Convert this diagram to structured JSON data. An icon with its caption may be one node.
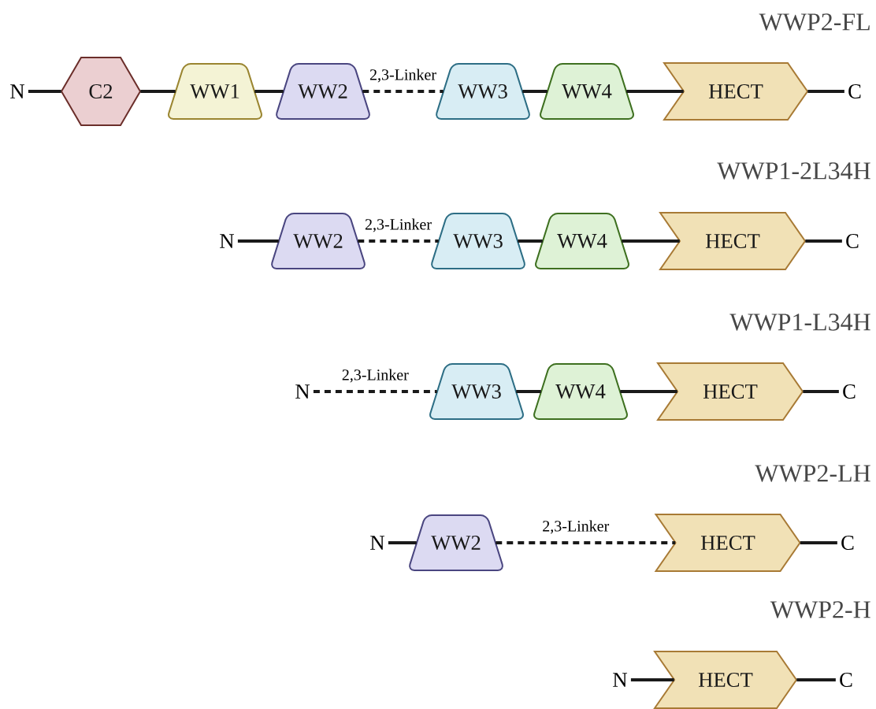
{
  "diagram": {
    "nodes": [
      {
        "text": [
          "N"
        ]
      },
      {
        "text": [
          "C2"
        ]
      },
      {
        "text": [
          "WW1"
        ]
      },
      {
        "text": [
          "WW2"
        ]
      },
      {
        "text": [
          "WW3"
        ]
      },
      {
        "text": [
          "WW4"
        ]
      },
      {
        "text": [
          "HECT"
        ]
      },
      {
        "text": [
          "C"
        ]
      },
      {
        "text": [
          "N"
        ]
      },
      {
        "text": [
          "WW2"
        ]
      },
      {
        "text": [
          "WW3"
        ]
      },
      {
        "text": [
          "WW4"
        ]
      },
      {
        "text": [
          "HECT"
        ]
      },
      {
        "text": [
          "C"
        ]
      },
      {
        "text": [
          "N"
        ]
      },
      {
        "text": [
          "WW3"
        ]
      },
      {
        "text": [
          "WW4"
        ]
      },
      {
        "text": [
          "HECT"
        ]
      },
      {
        "text": [
          "C"
        ]
      },
      {
        "text": [
          "N"
        ]
      },
      {
        "text": [
          "WW2"
        ]
      },
      {
        "text": [
          "HECT"
        ]
      },
      {
        "text": [
          "C"
        ]
      },
      {
        "text": [
          "N"
        ]
      },
      {
        "text": [
          "HECT"
        ]
      },
      {
        "text": [
          "C"
        ]
      }
    ],
    "edges": [
      {
        "from": 0,
        "to": 1,
        "arrow": "none"
      },
      {
        "from": 1,
        "to": 2,
        "arrow": "none"
      },
      {
        "from": 2,
        "to": 3,
        "arrow": "none"
      },
      {
        "from": 3,
        "to": 4,
        "arrow": "none",
        "label": "2,3-Linker",
        "style": "dashed"
      },
      {
        "from": 4,
        "to": 5,
        "arrow": "none"
      },
      {
        "from": 5,
        "to": 6,
        "arrow": "none"
      },
      {
        "from": 6,
        "to": 7,
        "arrow": "none"
      },
      {
        "from": 8,
        "to": 9,
        "arrow": "none"
      },
      {
        "from": 9,
        "to": 10,
        "arrow": "none",
        "label": "2,3-Linker",
        "style": "dashed"
      },
      {
        "from": 10,
        "to": 11,
        "arrow": "none"
      },
      {
        "from": 11,
        "to": 12,
        "arrow": "none"
      },
      {
        "from": 12,
        "to": 13,
        "arrow": "none"
      },
      {
        "from": 14,
        "to": 15,
        "arrow": "none",
        "label": "2,3-Linker",
        "style": "dashed"
      },
      {
        "from": 15,
        "to": 16,
        "arrow": "none"
      },
      {
        "from": 16,
        "to": 17,
        "arrow": "none"
      },
      {
        "from": 17,
        "to": 18,
        "arrow": "none"
      },
      {
        "from": 19,
        "to": 20,
        "arrow": "none"
      },
      {
        "from": 20,
        "to": 21,
        "arrow": "none",
        "label": "2,3-Linker",
        "style": "dashed"
      },
      {
        "from": 21,
        "to": 22,
        "arrow": "none"
      },
      {
        "from": 23,
        "to": 24,
        "arrow": "none"
      },
      {
        "from": 24,
        "to": 25,
        "arrow": "none"
      }
    ],
    "labels": [
      "WWP2-FL",
      "WWP1-2L34H",
      "WWP1-L34H",
      "WWP2-LH",
      "WWP2-H"
    ]
  }
}
